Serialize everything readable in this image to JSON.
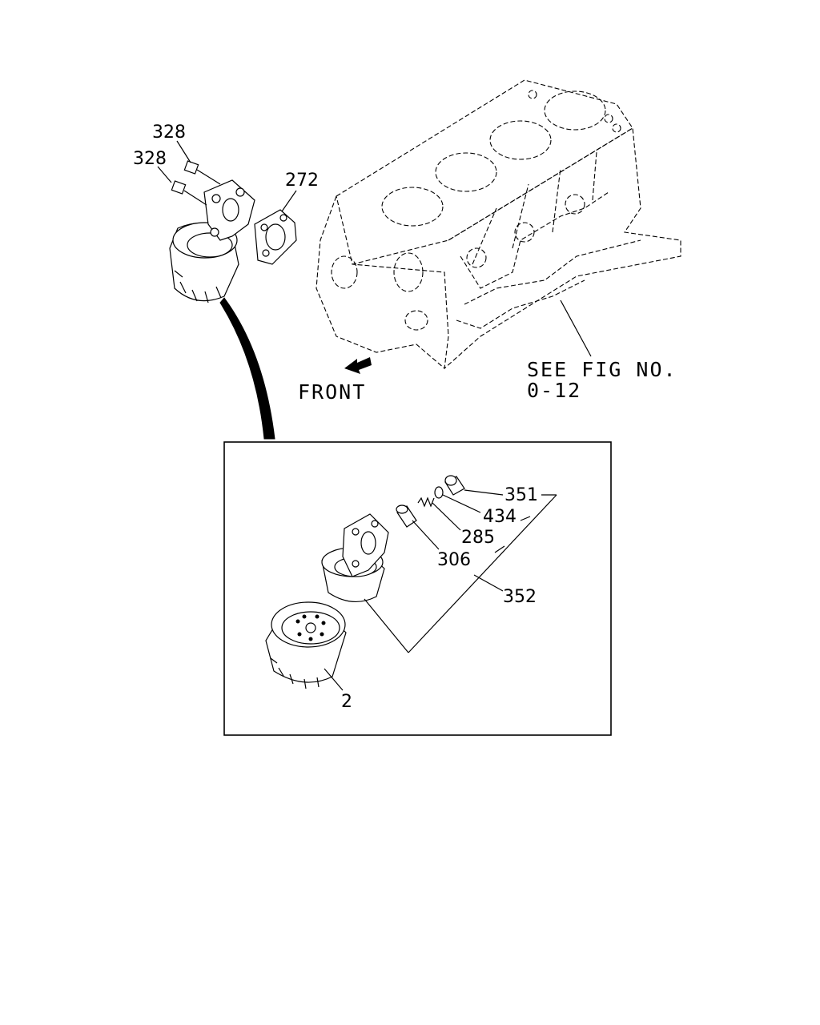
{
  "labels": {
    "bolt_upper": "328",
    "bolt_lower": "328",
    "gasket": "272",
    "front": "FRONT",
    "see_fig_line1": "SEE FIG NO.",
    "see_fig_line2": "0-12",
    "plug": "351",
    "o_ring": "434",
    "spring": "285",
    "valve": "306",
    "assembly": "352",
    "filter": "2"
  },
  "colors": {
    "line": "#000000",
    "background": "#ffffff"
  }
}
